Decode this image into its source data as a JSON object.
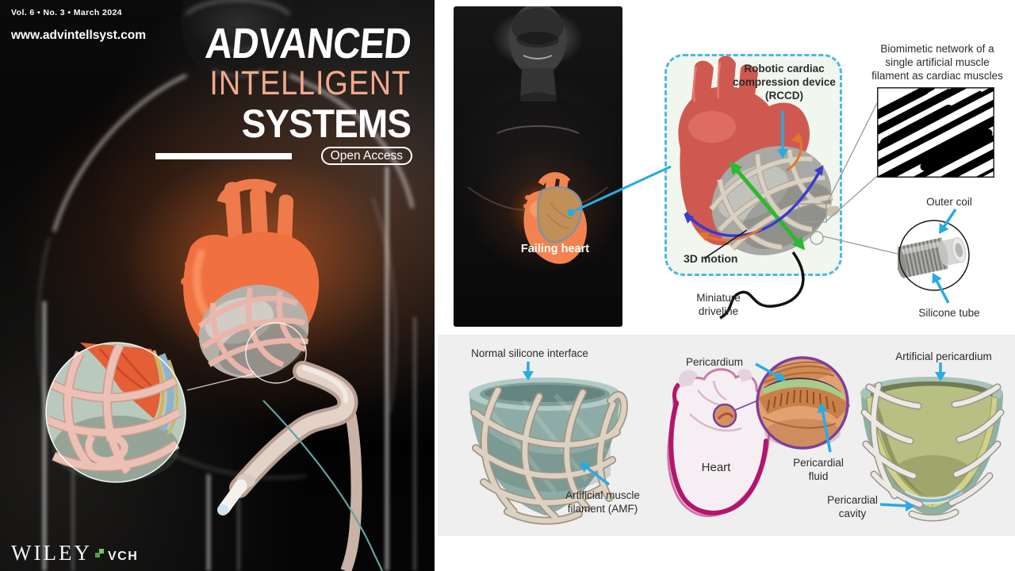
{
  "cover": {
    "issue_info": "Vol. 6 • No. 3 • March 2024",
    "website": "www.advintellsyst.com",
    "title_line1": "ADVANCED",
    "title_line2": "INTELLIGENT",
    "title_line3": "SYSTEMS",
    "open_access": "Open Access",
    "publisher_wiley": "WILEY",
    "publisher_vch": "VCH",
    "colors": {
      "title_accent": "#f2a98c",
      "background": "#000000",
      "heart_glow": "#f0703f"
    }
  },
  "figure": {
    "top": {
      "failing_heart": "Failing heart",
      "rccd_line1": "Robotic cardiac",
      "rccd_line2": "compression device",
      "rccd_line3": "(RCCD)",
      "motion": "3D motion",
      "driveline_line1": "Miniature",
      "driveline_line2": "driveline",
      "biomimetic_line1": "Biomimetic network of a",
      "biomimetic_line2": "single artificial muscle",
      "biomimetic_line3": "filament as cardiac muscles",
      "outer_coil": "Outer coil",
      "silicone_tube": "Silicone tube"
    },
    "bottom": {
      "normal_silicone": "Normal silicone interface",
      "amf_line1": "Artificial muscle",
      "amf_line2": "filament (AMF)",
      "pericardium": "Pericardium",
      "heart": "Heart",
      "fluid_line1": "Pericardial",
      "fluid_line2": "fluid",
      "artificial_pericardium": "Artificial pericardium",
      "cavity_line1": "Pericardial",
      "cavity_line2": "cavity"
    },
    "colors": {
      "arrow_blue": "#29abe2",
      "dashed_box_border": "#47b9e8",
      "inset_purple": "#7b3fa0",
      "panel_gray": "#efefef",
      "heart_red": "#cf5950",
      "motion_green": "#2eb82e",
      "motion_blue": "#3a3ad0",
      "motion_orange": "#e2762f"
    }
  }
}
